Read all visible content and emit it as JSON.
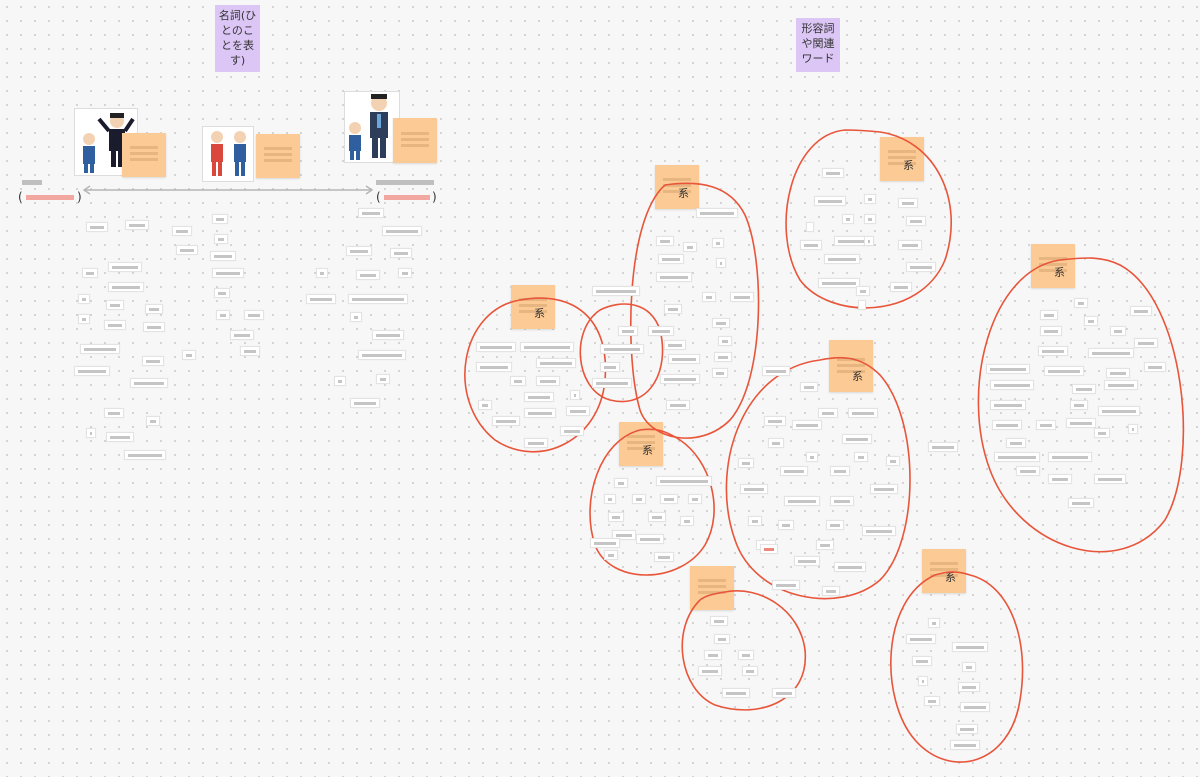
{
  "board": {
    "headers": {
      "noun": "名詞(ひとのことを表す)",
      "adjective": "形容詞や関連ワード"
    },
    "cluster_suffix": "系",
    "brackets": {
      "open": "(",
      "close": ")"
    },
    "colors": {
      "sticky": "#fccb95",
      "purple_header": "#dcc6f5",
      "lasso": "#e8553a",
      "chip_border": "#e3e3e3"
    },
    "figure_icons": [
      "student-cheer-icon",
      "children-pair-icon",
      "teacher-student-icon"
    ]
  }
}
